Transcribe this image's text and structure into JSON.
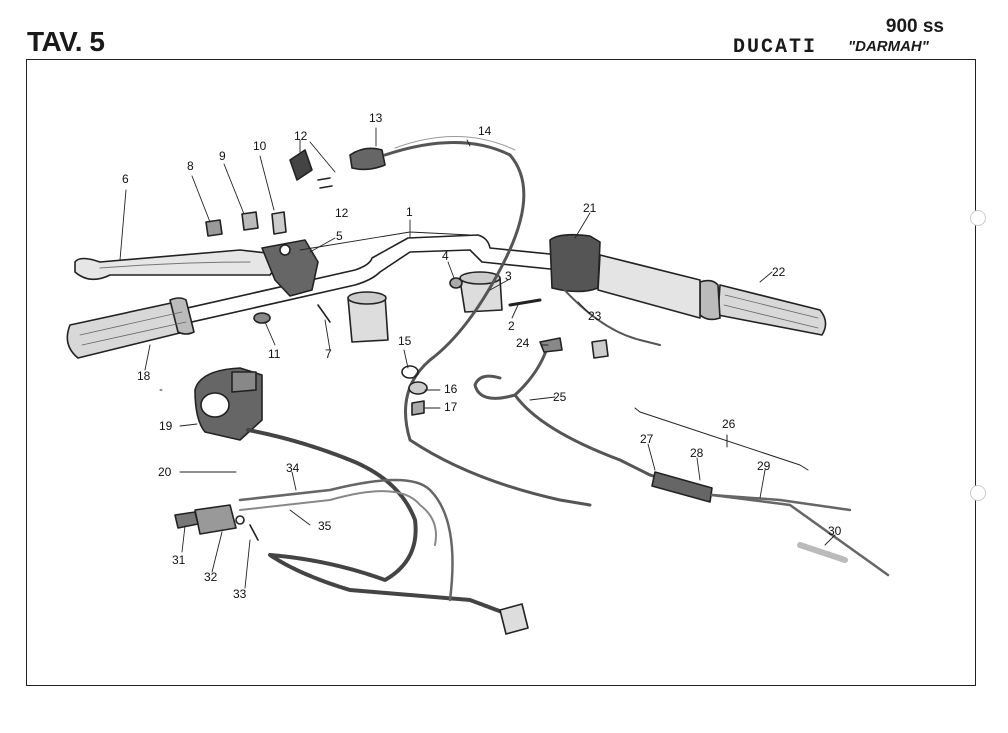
{
  "header": {
    "plate": "TAV. 5",
    "model": "900 ss",
    "brand": "DUCATI",
    "variant": "\"DARMAH\""
  },
  "callouts": [
    "1",
    "2",
    "3",
    "4",
    "5",
    "6",
    "7",
    "8",
    "9",
    "10",
    "11",
    "12",
    "12",
    "13",
    "14",
    "15",
    "16",
    "17",
    "18",
    "19",
    "20",
    "21",
    "22",
    "23",
    "24",
    "25",
    "26",
    "27",
    "28",
    "29",
    "30",
    "31",
    "32",
    "33",
    "34",
    "35"
  ],
  "icons": [
    "punch-hole-icon"
  ]
}
